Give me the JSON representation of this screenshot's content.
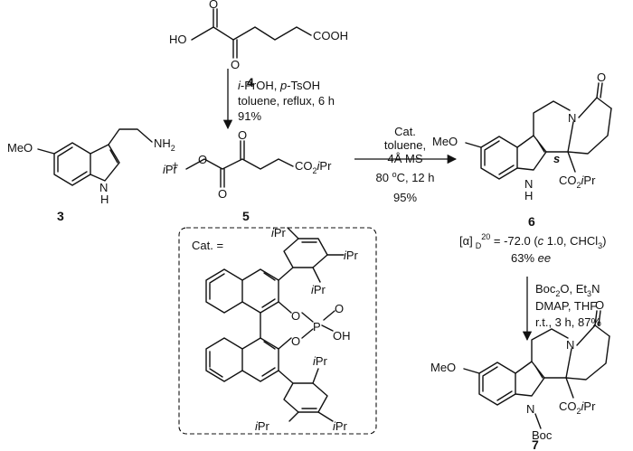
{
  "compounds": {
    "c4": {
      "number": "4",
      "label_ho": "HO",
      "label_o1": "O",
      "label_o2": "O",
      "label_acid": "COOH"
    },
    "c3": {
      "number": "3",
      "label_meo": "MeO",
      "label_nh2": "NH",
      "label_nh2_sub": "2",
      "label_nh": "N",
      "label_h": "H"
    },
    "c5": {
      "number": "5",
      "label_ipr_i": "i",
      "label_ipr": "Pr",
      "label_o_ester": "O",
      "label_o_keto": "O",
      "label_o_c": "O",
      "label_co2": "CO",
      "label_co2_sub": "2",
      "label_co2_i": "i",
      "label_co2_pr": "Pr"
    },
    "c6": {
      "number": "6",
      "label_meo": "MeO",
      "label_n": "N",
      "label_o": "O",
      "label_nh": "N",
      "label_h": "H",
      "label_s": "s",
      "label_co2": "CO",
      "label_co2_sub": "2",
      "label_co2_i": "i",
      "label_co2_pr": "Pr"
    },
    "c7": {
      "number": "7",
      "label_meo": "MeO",
      "label_n": "N",
      "label_o": "O",
      "label_nboc": "N",
      "label_boc": "Boc",
      "label_co2": "CO",
      "label_co2_sub": "2",
      "label_co2_i": "i",
      "label_co2_pr": "Pr"
    }
  },
  "plus": "+",
  "step1": {
    "line1_i": "i",
    "line1_a": "-PrOH, ",
    "line1_p": "p",
    "line1_b": "-TsOH",
    "line2": "toluene, reflux, 6 h",
    "line3": "91%"
  },
  "step2": {
    "line1": "Cat.",
    "line2": "toluene,",
    "line3": "4Å MS",
    "line4_a": "80 ",
    "line4_sup": "o",
    "line4_b": "C, 12 h",
    "line5": "95%"
  },
  "optical": {
    "alpha": "[α]",
    "sub": "D",
    "sup": "20",
    "value": " = -72.0  (",
    "c": "c",
    "rest": " 1.0, CHCl",
    "rest_sub": "3",
    "close": ")",
    "ee_val": "63% ",
    "ee": "ee"
  },
  "step3": {
    "line1_a": "Boc",
    "line1_sub": "2",
    "line1_b": "O, Et",
    "line1_sub2": "3",
    "line1_c": "N",
    "line2": "DMAP, THF",
    "line3": "r.t., 3 h, 87%"
  },
  "catalyst": {
    "title": "Cat. =",
    "ipr_i": "i",
    "ipr": "Pr",
    "o1": "O",
    "o2": "O",
    "p": "P",
    "o3": "O",
    "oh": "OH"
  }
}
